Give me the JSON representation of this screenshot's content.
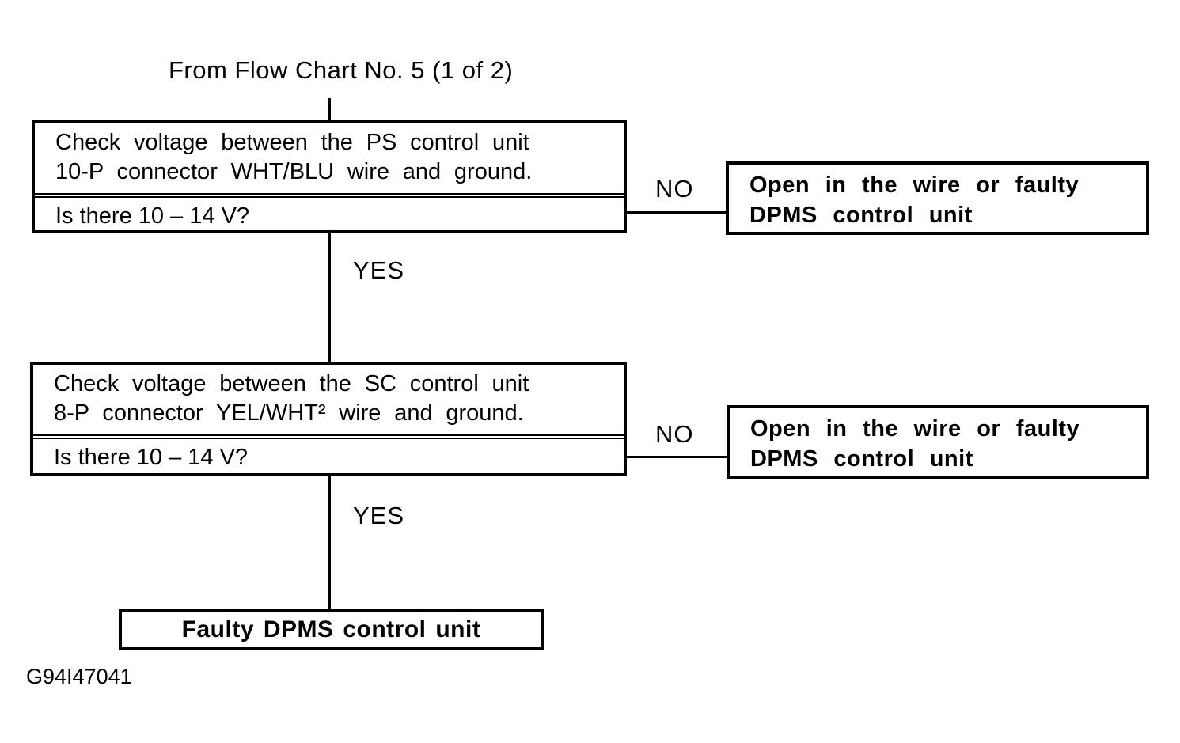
{
  "header": {
    "title": "From Flow Chart No. 5 (1 of 2)"
  },
  "labels": {
    "yes": "YES",
    "no": "NO"
  },
  "flow": {
    "step1": {
      "line1": "Check voltage between the PS control unit",
      "line2": "10-P connector WHT/BLU wire and ground.",
      "question": "Is there 10 – 14 V?"
    },
    "step2": {
      "line1": "Check voltage between the SC control unit",
      "line2": "8-P connector YEL/WHT² wire and ground.",
      "question": "Is there 10 – 14 V?"
    },
    "no_result": {
      "line1": "Open in the wire or faulty",
      "line2": "DPMS control unit"
    },
    "final": {
      "label": "Faulty DPMS control unit"
    }
  },
  "footer": {
    "code": "G94I47041"
  },
  "colors": {
    "ink": "#000000",
    "background": "#ffffff"
  }
}
